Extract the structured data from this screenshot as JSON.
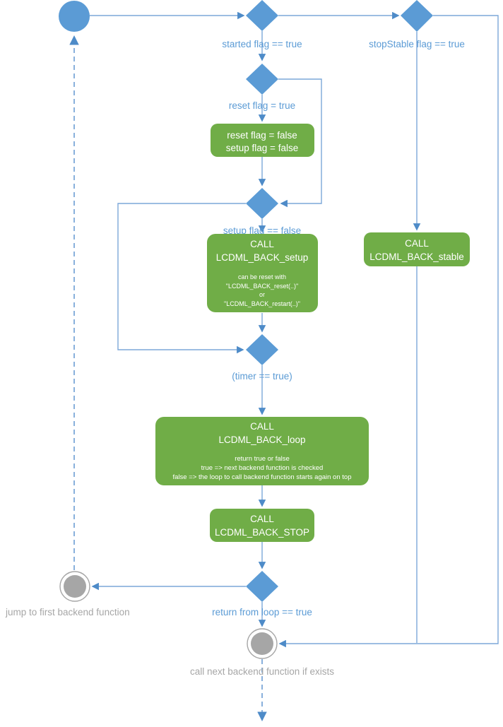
{
  "colors": {
    "node_blue": "#5B9BD5",
    "line_blue": "#7CA7D9",
    "box_green": "#70AD47",
    "label_blue": "#5B9BD5",
    "label_gray": "#A6A6A6",
    "box_text": "#FFFFFF"
  },
  "labels": {
    "started_flag": "started flag == true",
    "stop_stable_flag": "stopStable flag == true",
    "reset_flag": "reset flag = true",
    "setup_flag": "setup flag == false",
    "timer": "(timer == true)",
    "return_from_loop": "return from loop == true",
    "jump_first": "jump to first backend function",
    "call_next": "call next backend function if exists"
  },
  "boxes": {
    "reset_flags": {
      "line1": "reset flag = false",
      "line2": "setup flag = false"
    },
    "setup": {
      "title1": "CALL",
      "title2": "LCDML_BACK_setup",
      "note1": "can be reset with",
      "note2": "\"LCDML_BACK_reset(..)\"",
      "note3": "or",
      "note4": "\"LCDML_BACK_restart(..)\""
    },
    "stable": {
      "title1": "CALL",
      "title2": "LCDML_BACK_stable"
    },
    "loop": {
      "title1": "CALL",
      "title2": "LCDML_BACK_loop",
      "note1": "return true or false",
      "note2": "true => next backend function is checked",
      "note3": "false => the loop to call backend function starts again on top"
    },
    "stop": {
      "title1": "CALL",
      "title2": "LCDML_BACK_STOP"
    }
  }
}
